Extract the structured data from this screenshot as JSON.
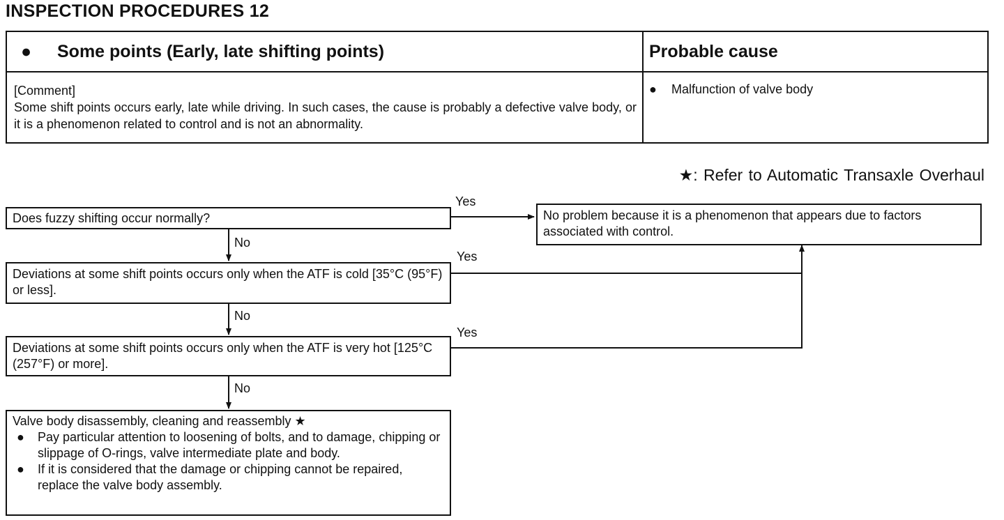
{
  "page_title": "INSPECTION PROCEDURES 12",
  "symptom": {
    "bullet": "●",
    "title": "Some points (Early, late shifting points)",
    "comment_label": "[Comment]",
    "comment_text": "Some shift points occurs early, late while driving. In such cases, the cause is probably a defective valve body, or it is a phenomenon related to control and is not an abnormality."
  },
  "probable_cause": {
    "header": "Probable cause",
    "bullet": "●",
    "items": [
      "Malfunction of valve body"
    ]
  },
  "legend_note": "★: Refer to Automatic Transaxle Overhaul",
  "flowchart": {
    "q1": "Does fuzzy shifting occur normally?",
    "q2": "Deviations at some shift points occurs only when the ATF is cold [35°C (95°F) or less].",
    "q3": "Deviations at some shift points occurs only when the ATF is very hot [125°C (257°F) or more].",
    "result_ok": "No problem because it is a phenomenon that appears due to factors associated with control.",
    "action_title": "Valve body disassembly, cleaning and reassembly ★",
    "action_bullets": [
      "Pay particular attention to loosening of bolts, and to damage, chipping or slippage of O-rings, valve intermediate plate and body.",
      "If it is considered that the damage or chipping cannot be repaired, replace the valve body assembly."
    ],
    "bullet": "●",
    "yes": "Yes",
    "no": "No"
  }
}
